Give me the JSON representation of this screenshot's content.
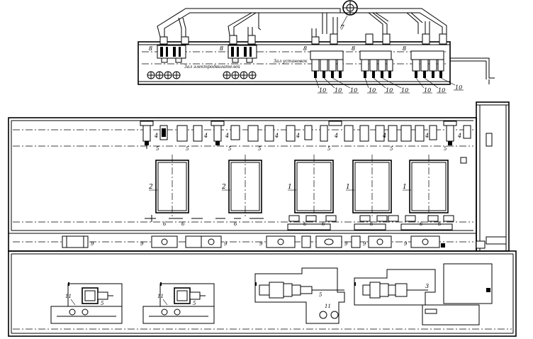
{
  "labels": {
    "top_hall_left": "Зал электродвигателей",
    "top_hall_right": "Зал установок",
    "fan_num": "7",
    "bay_num": "8",
    "item_4": "4",
    "item_5": "5",
    "item_6": "6",
    "item_9": "9",
    "item_10": "10",
    "item_11": "11",
    "tank_1": "1",
    "tank_2": "2",
    "item_3": "3"
  }
}
